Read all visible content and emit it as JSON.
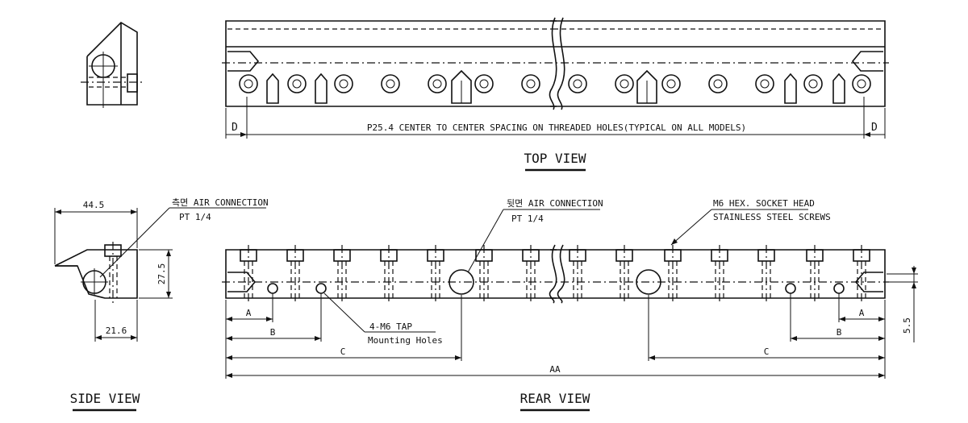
{
  "views": {
    "top_title": "TOP VIEW",
    "side_title": "SIDE VIEW",
    "rear_title": "REAR VIEW"
  },
  "top_view": {
    "spacing_note": "P25.4 CENTER TO CENTER SPACING ON THREADED HOLES(TYPICAL ON ALL MODELS)",
    "dim_left": "D",
    "dim_right": "D"
  },
  "side_view": {
    "dim_width": "44.5",
    "dim_height": "27.5",
    "dim_bottom": "21.6",
    "air_label": "측면 AIR CONNECTION",
    "air_size": "PT 1/4"
  },
  "rear_view": {
    "air_label": "뒷면 AIR CONNECTION",
    "air_size": "PT 1/4",
    "screw_line1": "M6 HEX. SOCKET HEAD",
    "screw_line2": "STAINLESS STEEL SCREWS",
    "tap_line1": "4-M6 TAP",
    "tap_line2": "Mounting Holes",
    "dim_a_left": "A",
    "dim_b_left": "B",
    "dim_c_left": "C",
    "dim_a_right": "A",
    "dim_b_right": "B",
    "dim_c_right": "C",
    "dim_total": "AA",
    "dim_side": "5.5"
  }
}
